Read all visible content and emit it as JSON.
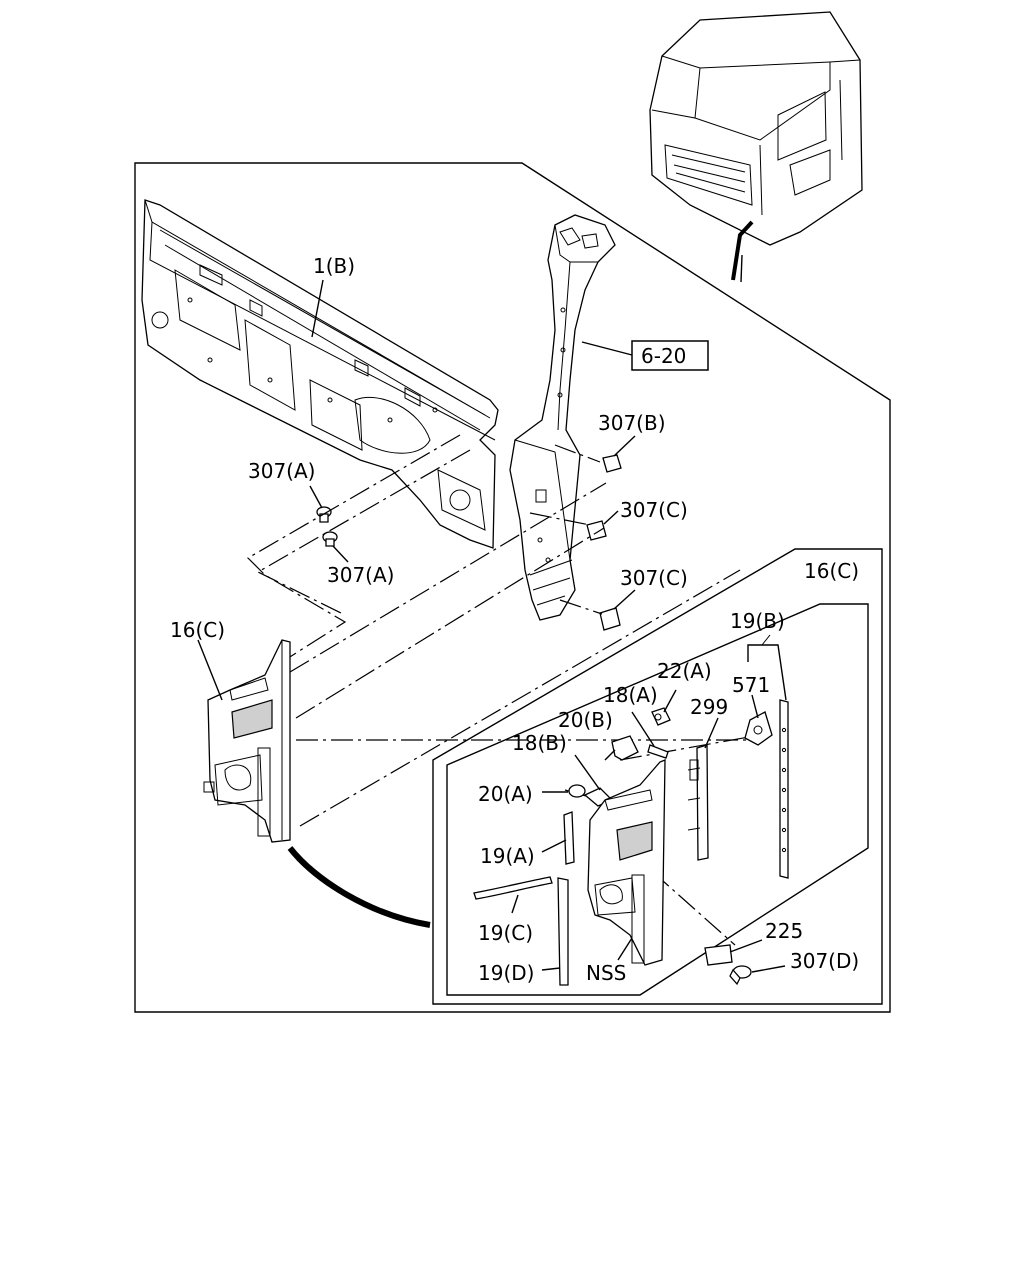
{
  "callouts": {
    "cowl_panel": "1(B)",
    "pillar_ref": "6-20",
    "clip_307b": "307(B)",
    "clip_307a_upper": "307(A)",
    "clip_307a_lower": "307(A)",
    "clip_307c_upper": "307(C)",
    "clip_307c_lower": "307(C)",
    "trim_16c_left": "16(C)",
    "trim_16c_detail": "16(C)",
    "seal_19b": "19(B)",
    "screw_22a": "22(A)",
    "clip_571": "571",
    "bracket_299": "299",
    "clip_18a": "18(A)",
    "clip_20b": "20(B)",
    "clip_18b": "18(B)",
    "clip_20a": "20(A)",
    "seal_19a": "19(A)",
    "seal_19c": "19(C)",
    "seal_19d": "19(D)",
    "nss": "NSS",
    "part_225": "225",
    "clip_307d": "307(D)"
  }
}
